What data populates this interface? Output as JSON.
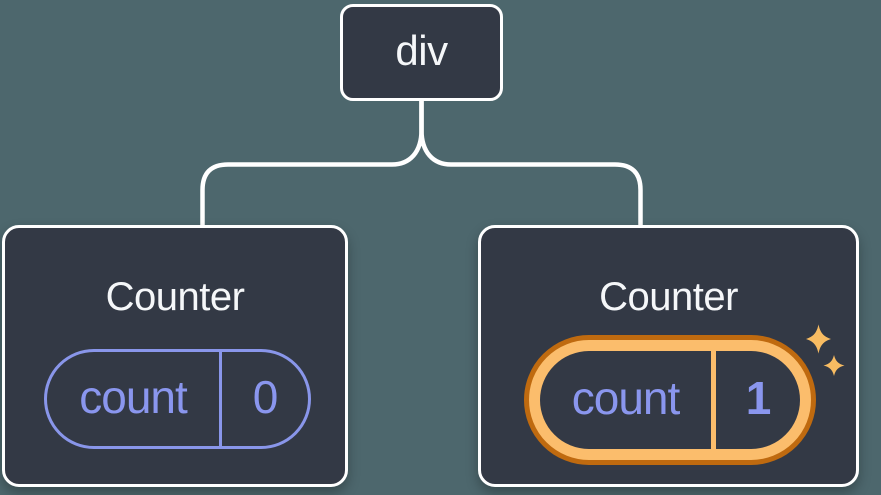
{
  "diagram": {
    "description": "Component tree diagram: a div root with two Counter children and their state pills",
    "background_color": "#4d676d",
    "root": {
      "label": "div"
    },
    "children": [
      {
        "title": "Counter",
        "state": {
          "name": "count",
          "value": "0"
        },
        "highlighted": false
      },
      {
        "title": "Counter",
        "state": {
          "name": "count",
          "value": "1"
        },
        "highlighted": true
      }
    ],
    "icons": {
      "sparkles": "four-point-star sparkles marking updated state"
    },
    "colors": {
      "card_background": "#333945",
      "card_border": "#ffffff",
      "connector": "#ffffff",
      "title_text": "#f5f7f9",
      "state_purple": "#8a96ee",
      "highlight_orange_light": "#fbbd6c",
      "highlight_orange_dark": "#bf6a0f",
      "sparkle_orange": "#f8bc62"
    }
  }
}
